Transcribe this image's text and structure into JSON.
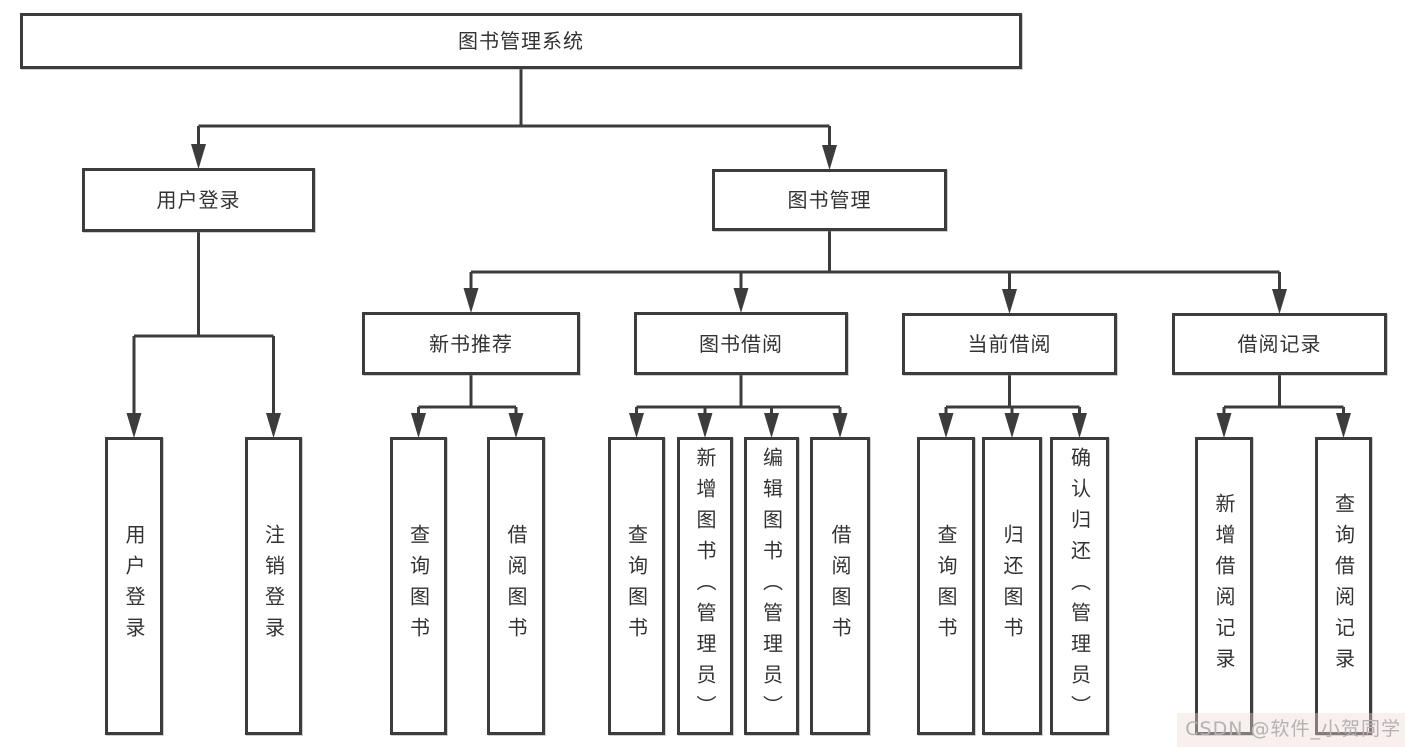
{
  "watermark": "CSDN @软件_小贺同学",
  "diagram": {
    "title": "图书管理系统",
    "nodes": [
      {
        "id": "system",
        "label": "图书管理系统",
        "parent": null
      },
      {
        "id": "user-login",
        "label": "用户登录",
        "parent": "system"
      },
      {
        "id": "book-management",
        "label": "图书管理",
        "parent": "system"
      },
      {
        "id": "new-book-recommend",
        "label": "新书推荐",
        "parent": "book-management"
      },
      {
        "id": "book-borrowing",
        "label": "图书借阅",
        "parent": "book-management"
      },
      {
        "id": "current-borrowing",
        "label": "当前借阅",
        "parent": "book-management"
      },
      {
        "id": "borrowing-records",
        "label": "借阅记录",
        "parent": "book-management"
      },
      {
        "id": "login",
        "label": "用户登录",
        "parent": "user-login"
      },
      {
        "id": "logout",
        "label": "注销登录",
        "parent": "user-login"
      },
      {
        "id": "rec-query-books",
        "label": "查询图书",
        "parent": "new-book-recommend"
      },
      {
        "id": "rec-borrow-books",
        "label": "借阅图书",
        "parent": "new-book-recommend"
      },
      {
        "id": "bb-query-books",
        "label": "查询图书",
        "parent": "book-borrowing"
      },
      {
        "id": "bb-add-books",
        "label": "新增图书（管理员）",
        "parent": "book-borrowing"
      },
      {
        "id": "bb-edit-books",
        "label": "编辑图书（管理员）",
        "parent": "book-borrowing"
      },
      {
        "id": "bb-borrow-books",
        "label": "借阅图书",
        "parent": "book-borrowing"
      },
      {
        "id": "cb-query-books",
        "label": "查询图书",
        "parent": "current-borrowing"
      },
      {
        "id": "cb-return-books",
        "label": "归还图书",
        "parent": "current-borrowing"
      },
      {
        "id": "cb-confirm-return",
        "label": "确认归还（管理员）",
        "parent": "current-borrowing"
      },
      {
        "id": "br-add-record",
        "label": "新增借阅记录",
        "parent": "borrowing-records"
      },
      {
        "id": "br-query-record",
        "label": "查询借阅记录",
        "parent": "borrowing-records"
      }
    ],
    "colors": {
      "line": "#3c3c3c",
      "border": "#3c3c3c",
      "text": "#333333",
      "watermark": "#b7b1b1",
      "background": "#ffffff"
    }
  }
}
